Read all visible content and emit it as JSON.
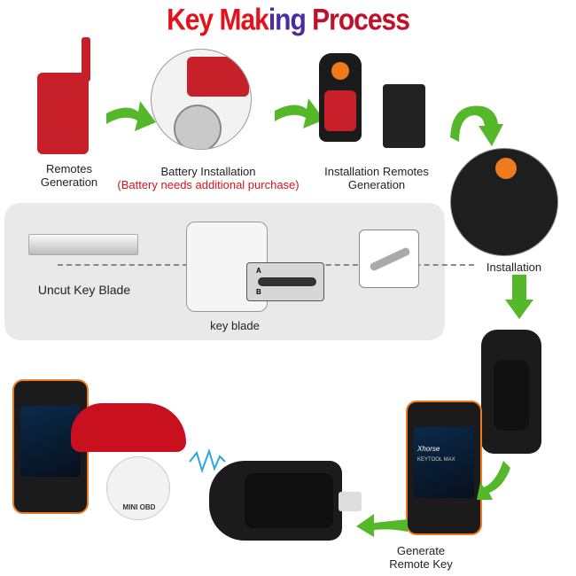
{
  "title": {
    "part1": "Key Mak",
    "part2": "ing",
    "part3": " Process"
  },
  "colors": {
    "title_red": "#e3121b",
    "title_blue": "#4a2ca0",
    "accent_green": "#55b82a",
    "note_red": "#d4141b",
    "panel_gray": "#e9e9e9"
  },
  "steps": {
    "remotes": {
      "line1": "Remotes",
      "line2": "Generation"
    },
    "battery": {
      "label": "Battery Installation",
      "note": "(Battery needs additional purchase)"
    },
    "install_remotes": {
      "line1": "Installation Remotes",
      "line2": "Generation"
    },
    "installation": "Installation",
    "uncut": "Uncut Key  Blade",
    "key_blade": "key blade",
    "generate": {
      "line1": "Generate",
      "line2": "Remote Key"
    }
  },
  "device": {
    "brand": "Xhorse",
    "model": "KEYTOOL MAX"
  },
  "mini_obd": "MINI OBD",
  "cut_chart": {
    "a": "A",
    "b": "B"
  }
}
